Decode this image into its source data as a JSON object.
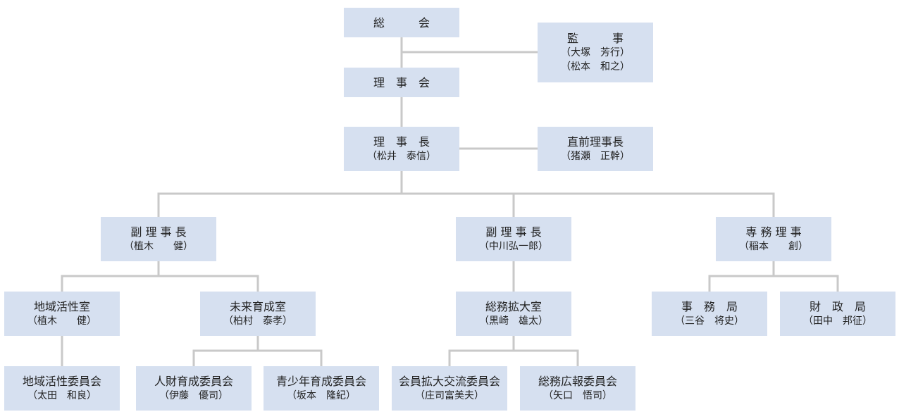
{
  "org": {
    "soukai": {
      "title": "総　　　会"
    },
    "kanji": {
      "title": "監　　　事",
      "names": [
        "（大塚　芳行）",
        "（松本　和之）"
      ]
    },
    "rijikai": {
      "title": "理　事　会"
    },
    "rijicho": {
      "title": "理　事　長",
      "name": "（松井　泰信）"
    },
    "zenrijicho": {
      "title": "直前理事長",
      "name": "（猪瀬　正幹）"
    },
    "fuku1": {
      "title": "副 理 事 長",
      "name": "（植木　　健）"
    },
    "fuku2": {
      "title": "副 理 事 長",
      "name": "（中川弘一郎）"
    },
    "senmu": {
      "title": "専 務 理 事",
      "name": "（稲本　　創）"
    },
    "chiiki": {
      "title": "地域活性室",
      "name": "（植木　　健）"
    },
    "mirai": {
      "title": "未来育成室",
      "name": "（柏村　泰孝）"
    },
    "soumu": {
      "title": "総務拡大室",
      "name": "（黒崎　雄太）"
    },
    "jimukyoku": {
      "title": "事　務　局",
      "name": "（三谷　将史）"
    },
    "zaisei": {
      "title": "財　政　局",
      "name": "（田中　邦征）"
    },
    "chiiki_iin": {
      "title": "地域活性委員会",
      "name": "（太田　和良）"
    },
    "jinzai": {
      "title": "人財育成委員会",
      "name": "（伊藤　優司）"
    },
    "seishonen": {
      "title": "青少年育成委員会",
      "name": "（坂本　隆紀）"
    },
    "kaiin": {
      "title": "会員拡大交流委員会",
      "name": "（庄司富美夫）"
    },
    "kouhou": {
      "title": "総務広報委員会",
      "name": "（矢口　悟司）"
    }
  },
  "colors": {
    "box": "#d6e0f0",
    "line": "#c9c9c9",
    "text": "#222222"
  }
}
